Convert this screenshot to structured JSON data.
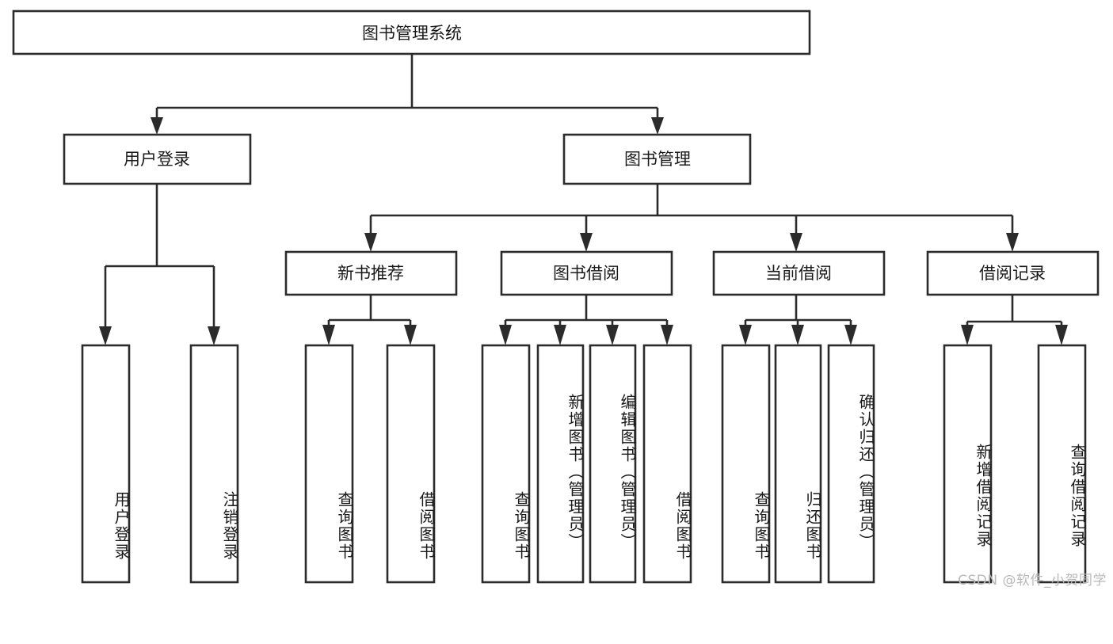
{
  "diagram": {
    "title": "图书管理系统",
    "kind": "功能结构图",
    "colors": {
      "stroke": "#2b2b2b",
      "box_fill": "#ffffff",
      "text": "#1a1a1a",
      "watermark": "#b9b9b9",
      "background": "#ffffff"
    },
    "root": {
      "id": "root",
      "label": "图书管理系统",
      "orientation": "horizontal"
    },
    "level2": [
      {
        "id": "user-login",
        "label": "用户登录",
        "orientation": "horizontal"
      },
      {
        "id": "book-manage",
        "label": "图书管理",
        "orientation": "horizontal"
      }
    ],
    "level3": [
      {
        "id": "new-book-recommend",
        "label": "新书推荐",
        "orientation": "horizontal",
        "parent": "book-manage"
      },
      {
        "id": "book-borrow",
        "label": "图书借阅",
        "orientation": "horizontal",
        "parent": "book-manage"
      },
      {
        "id": "current-borrow",
        "label": "当前借阅",
        "orientation": "horizontal",
        "parent": "book-manage"
      },
      {
        "id": "borrow-record",
        "label": "借阅记录",
        "orientation": "horizontal",
        "parent": "book-manage"
      }
    ],
    "leaves": [
      {
        "id": "leaf-user-login",
        "label": "用户登录",
        "orientation": "vertical",
        "parent": "user-login"
      },
      {
        "id": "leaf-logout-login",
        "label": "注销登录",
        "orientation": "vertical",
        "parent": "user-login"
      },
      {
        "id": "leaf-query-book-rec",
        "label": "查询图书",
        "orientation": "vertical",
        "parent": "new-book-recommend"
      },
      {
        "id": "leaf-borrow-book-rec",
        "label": "借阅图书",
        "orientation": "vertical",
        "parent": "new-book-recommend"
      },
      {
        "id": "leaf-query-book-borrow",
        "label": "查询图书",
        "orientation": "vertical",
        "parent": "book-borrow"
      },
      {
        "id": "leaf-add-book-admin",
        "label": "新增图书（管理员）",
        "orientation": "vertical",
        "parent": "book-borrow"
      },
      {
        "id": "leaf-edit-book-admin",
        "label": "编辑图书（管理员）",
        "orientation": "vertical",
        "parent": "book-borrow"
      },
      {
        "id": "leaf-borrow-book",
        "label": "借阅图书",
        "orientation": "vertical",
        "parent": "book-borrow"
      },
      {
        "id": "leaf-query-book-current",
        "label": "查询图书",
        "orientation": "vertical",
        "parent": "current-borrow"
      },
      {
        "id": "leaf-return-book",
        "label": "归还图书",
        "orientation": "vertical",
        "parent": "current-borrow"
      },
      {
        "id": "leaf-confirm-return-admin",
        "label": "确认归还（管理员）",
        "orientation": "vertical",
        "parent": "current-borrow"
      },
      {
        "id": "leaf-add-borrow-record",
        "label": "新增借阅记录",
        "orientation": "vertical",
        "parent": "borrow-record"
      },
      {
        "id": "leaf-query-borrow-record",
        "label": "查询借阅记录",
        "orientation": "vertical",
        "parent": "borrow-record"
      }
    ],
    "watermark": "CSDN @软件_小贺同学"
  }
}
